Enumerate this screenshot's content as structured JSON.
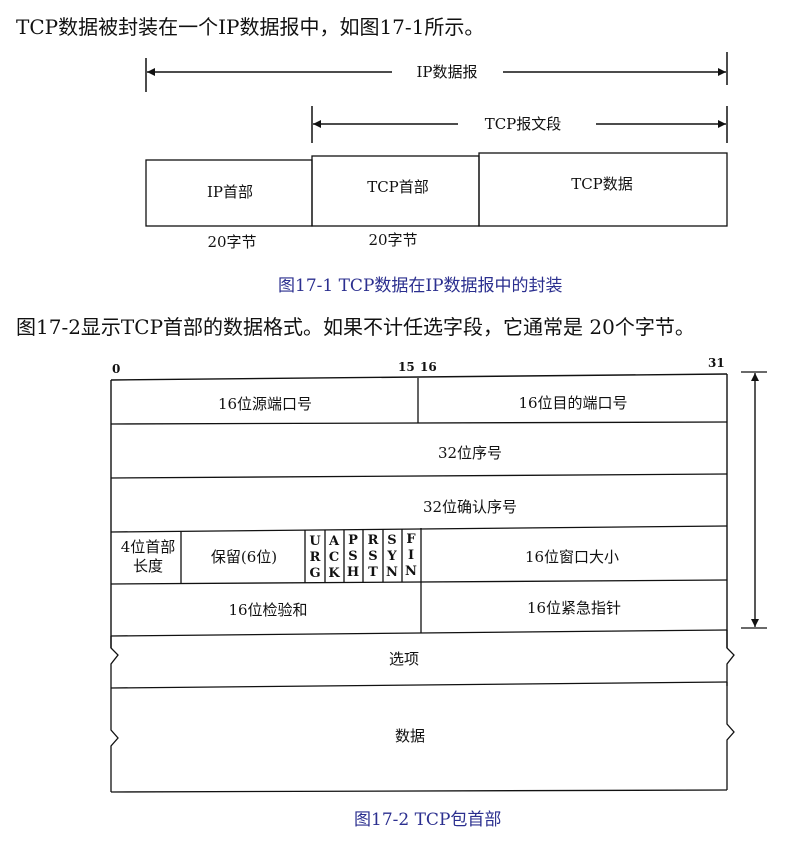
{
  "intro_text": "TCP数据被封装在一个IP数据报中，如图17-1所示。",
  "fig1": {
    "ip_datagram_label": "IP数据报",
    "tcp_segment_label": "TCP报文段",
    "boxes": [
      "IP首部",
      "TCP首部",
      "TCP数据"
    ],
    "size_labels": [
      "20字节",
      "20字节"
    ],
    "caption": "图17-1   TCP数据在IP数据报中的封装"
  },
  "body_text": "图17-2显示TCP首部的数据格式。如果不计任选字段，它通常是 20个字节。",
  "fig2": {
    "bit_labels": [
      "0",
      "15",
      "16",
      "31"
    ],
    "src_port": "16位源端口号",
    "dst_port": "16位目的端口号",
    "seq": "32位序号",
    "ack": "32位确认序号",
    "hdr_len_line1": "4位首部",
    "hdr_len_line2": "长度",
    "reserved": "保留(6位)",
    "flags": [
      [
        "U",
        "R",
        "G"
      ],
      [
        "A",
        "C",
        "K"
      ],
      [
        "P",
        "S",
        "H"
      ],
      [
        "R",
        "S",
        "T"
      ],
      [
        "S",
        "Y",
        "N"
      ],
      [
        "F",
        "I",
        "N"
      ]
    ],
    "window": "16位窗口大小",
    "checksum": "16位检验和",
    "urgent": "16位紧急指针",
    "options": "选项",
    "data": "数据",
    "caption": "图17-2   TCP包首部"
  }
}
